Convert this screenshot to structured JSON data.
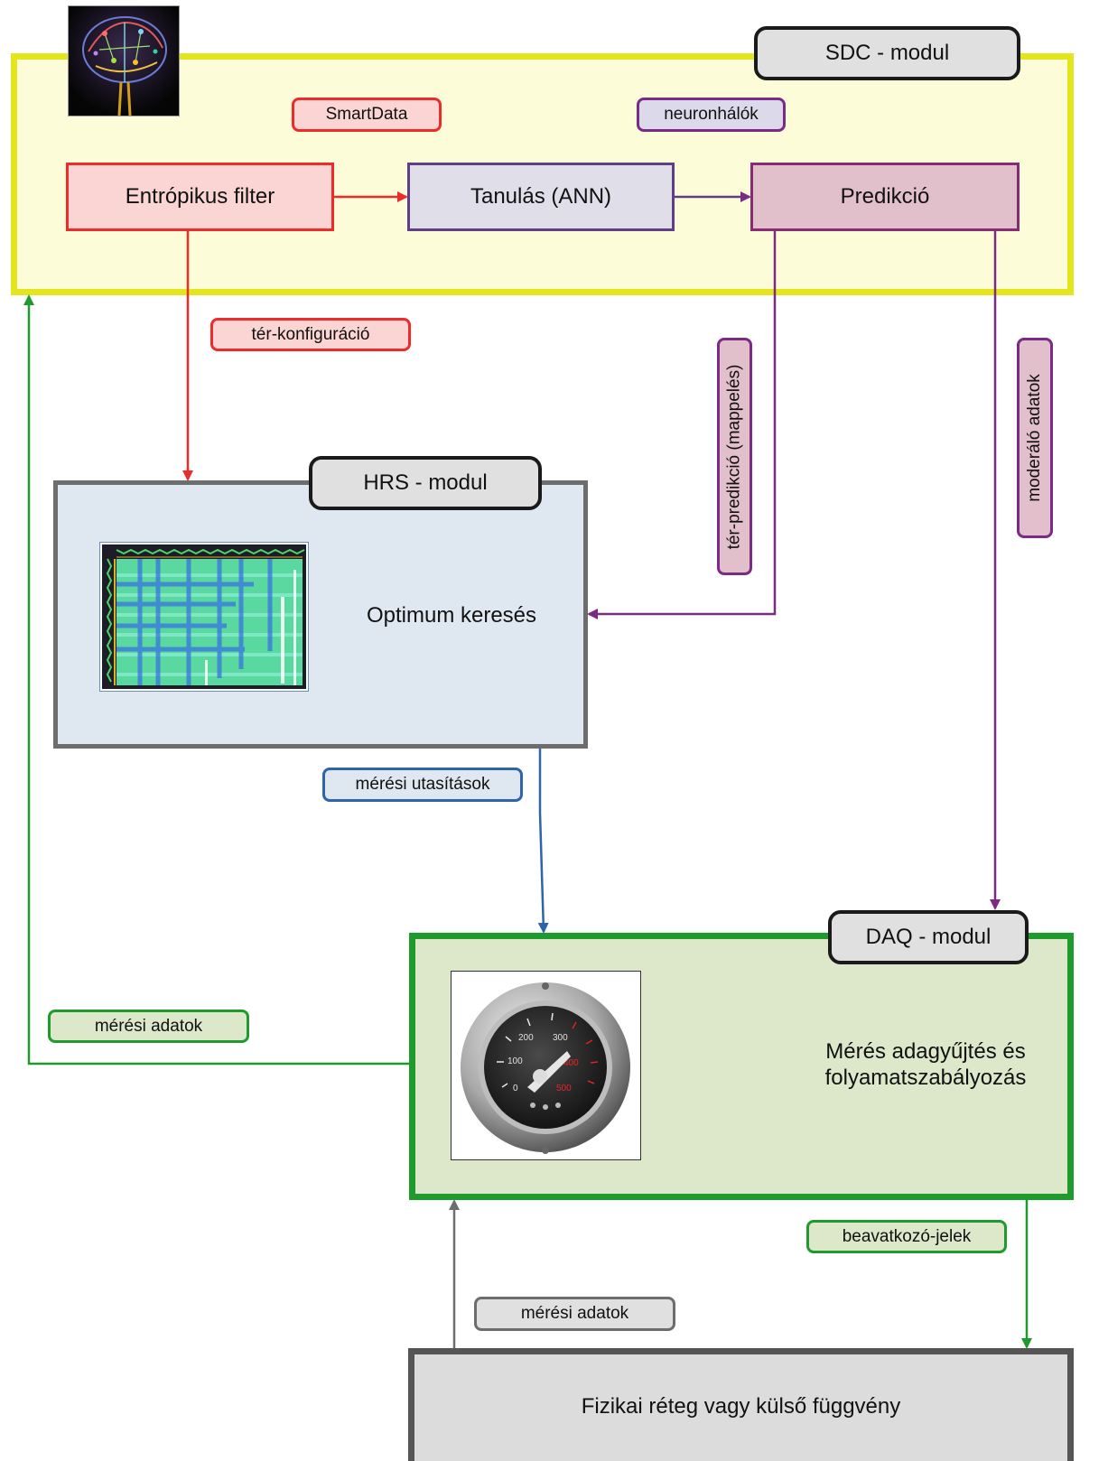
{
  "sdc": {
    "module_label": "SDC - modul",
    "tag_smartdata": "SmartData",
    "tag_neural": "neuronhálók",
    "entropic": "Entrópikus filter",
    "learning": "Tanulás (ANN)",
    "prediction": "Predikció"
  },
  "hrs": {
    "module_label": "HRS - modul",
    "optimum": "Optimum keresés"
  },
  "daq": {
    "module_label": "DAQ - modul",
    "line1": "Mérés adagyűjtés és",
    "line2": "folyamatszabályozás"
  },
  "physical": {
    "label": "Fizikai réteg vagy külső függvény"
  },
  "labels": {
    "space_config": "tér-konfiguráció",
    "space_prediction": "tér-predikció (mappelés)",
    "moderating_data": "moderáló adatok",
    "measurement_instructions": "mérési utasítások",
    "measurement_data_left": "mérési adatok",
    "intervention_signals": "beavatkozó-jelek",
    "measurement_data_bottom": "mérési adatok"
  },
  "gauge": {
    "ticks": [
      "0",
      "100",
      "200",
      "300",
      "400",
      "500"
    ]
  },
  "colors": {
    "sdc_fill": "#fcfdd8",
    "sdc_border": "#e3e61c",
    "red": "#ee2a2a",
    "purple": "#7b2b84",
    "blue": "#2e64a8",
    "green": "#1f9b2e",
    "gray": "#6d6d6d"
  }
}
